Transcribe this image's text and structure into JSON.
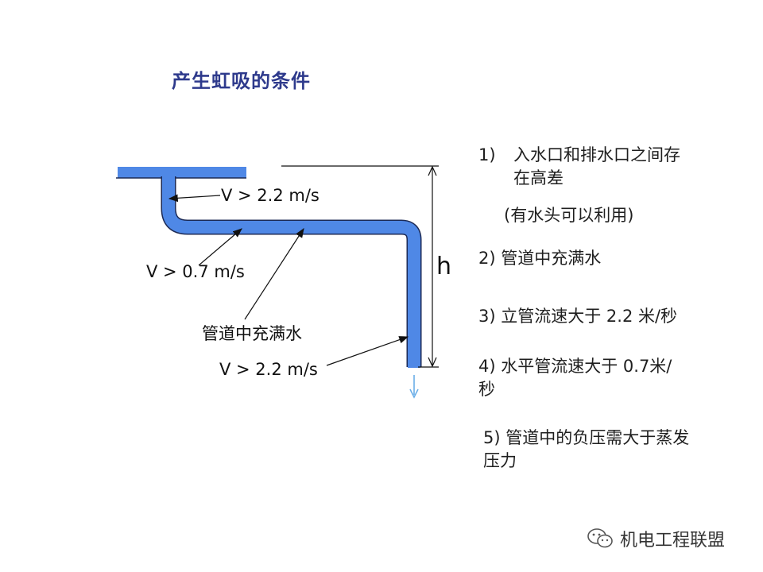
{
  "title": "产生虹吸的条件",
  "diagram": {
    "pipe_color": "#4f88e6",
    "pipe_outline": "#1c2a55",
    "arrow_color": "#6aaee8",
    "labels": {
      "v_top": "V > 2.2 m/s",
      "v_horizontal": "V > 0.7 m/s",
      "full_pipe": "管道中充满水",
      "v_vertical": "V > 2.2 m/s",
      "height": "h"
    }
  },
  "conditions": [
    {
      "num": "1)",
      "line1": "入水口和排水口之间存",
      "line2": "在高差",
      "note": "(有水头可以利用)"
    },
    {
      "text": "2) 管道中充满水"
    },
    {
      "text": "3) 立管流速大于 2.2 米/秒"
    },
    {
      "line1": "4) 水平管流速大于 0.7米/",
      "line2": "秒"
    },
    {
      "line1": "5) 管道中的负压需大于蒸发",
      "line2": "压力"
    }
  ],
  "watermark": {
    "icon": "wechat-icon",
    "text": "机电工程联盟"
  }
}
